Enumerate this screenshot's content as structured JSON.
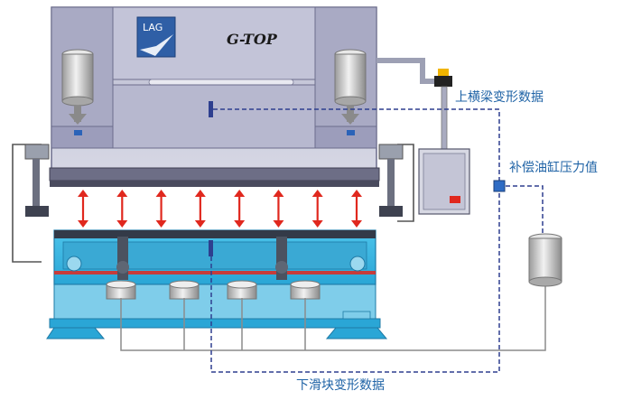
{
  "brand": {
    "logo_text": "LAG",
    "model": "G-TOP"
  },
  "labels": {
    "upper_beam": "上横梁变形数据",
    "compensation": "补偿油缸压力值",
    "lower_slide": "下滑块变形数据"
  },
  "colors": {
    "frame": "#c9cad9",
    "frame_dark": "#8f90b0",
    "bed": "#3db7e3",
    "arrow": "#e0281e",
    "dashed": "#2e3f8f",
    "label": "#1f63a6",
    "cylinder": "#cfcfcf"
  },
  "arrow_count": 8
}
